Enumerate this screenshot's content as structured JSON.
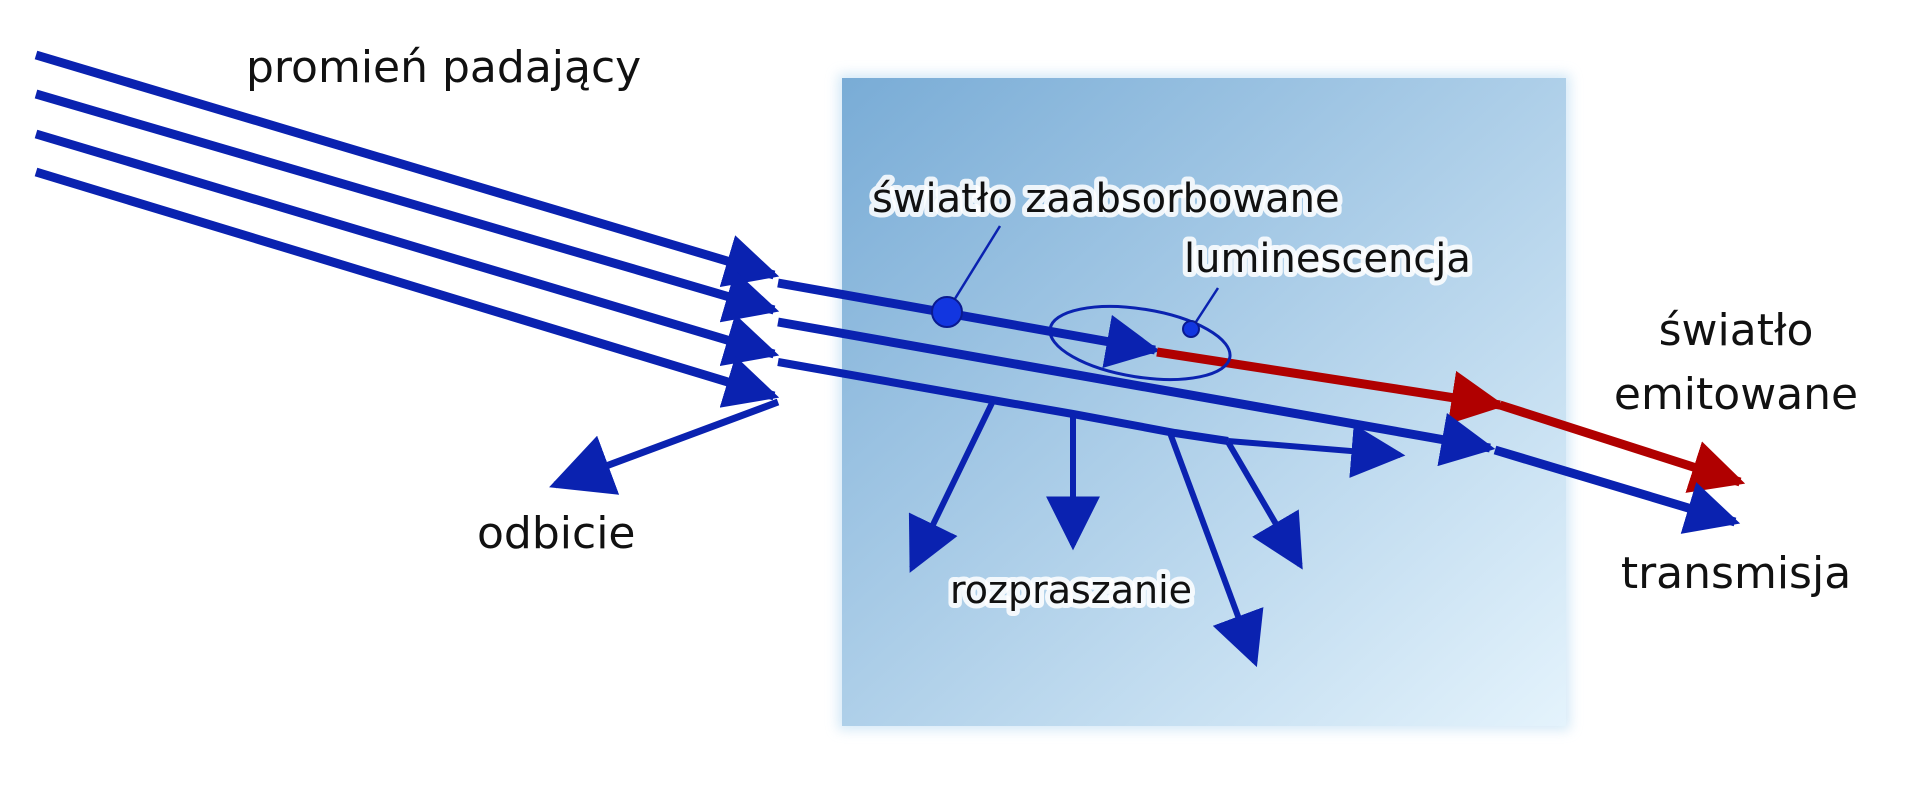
{
  "labels": {
    "incident": "promień padający",
    "absorbed": "światło zaabsorbowane",
    "luminescence": "luminescencja",
    "emitted_line1": "światło",
    "emitted_line2": "emitowane",
    "reflection": "odbicie",
    "scattering": "rozpraszanie",
    "transmission": "transmisja"
  },
  "colors": {
    "ray_blue": "#0a22b0",
    "emitted_red": "#b00000",
    "medium_dark": "#79acd6",
    "medium_light": "#e4f3fc",
    "absorb_dot": "#1236e0"
  }
}
